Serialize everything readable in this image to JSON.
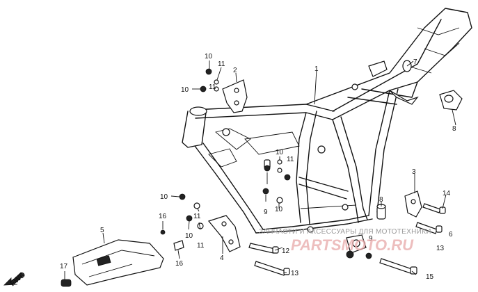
{
  "diagram": {
    "forward_label": "FWD",
    "callouts": [
      "1",
      "2",
      "3",
      "4",
      "5",
      "6",
      "7",
      "8",
      "8",
      "9",
      "9",
      "10",
      "10",
      "10",
      "10",
      "10",
      "10",
      "11",
      "11",
      "11",
      "11",
      "11",
      "12",
      "13",
      "13",
      "14",
      "15",
      "16",
      "16",
      "17"
    ],
    "watermark": {
      "text": "ЗАПЧАСТИ И АКСЕССУАРЫ ДЛЯ МОТОТЕХНИКИ",
      "logo": "PARTSMOTO.RU"
    }
  }
}
